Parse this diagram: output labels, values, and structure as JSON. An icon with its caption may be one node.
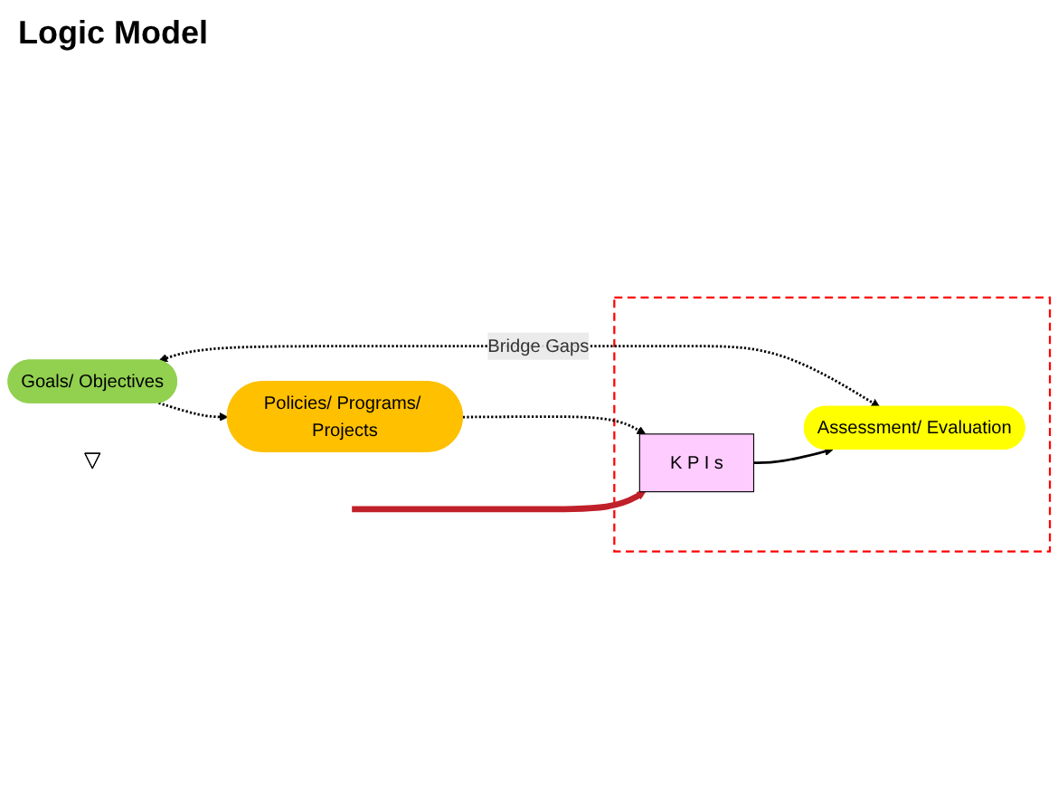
{
  "diagram": {
    "nodes": [
      {
        "text": [
          "Goals/ Objectives"
        ]
      },
      {
        "text": [
          "Policies/ Programs/ Projects"
        ]
      },
      {
        "text": [],
        "shape": "box"
      },
      {
        "text": [
          "K P I s"
        ],
        "in": 2
      },
      {
        "text": [
          "Assessment/ Evaluation"
        ],
        "in": 2
      },
      {
        "text": [],
        "shape": "arrow"
      }
    ],
    "edges": [
      {
        "from": 0,
        "to": 1,
        "arrow": "to",
        "style": "dashed"
      },
      {
        "from": 0,
        "to": 4,
        "arrow": "both",
        "style": "dashed",
        "label": "Bridge Gaps"
      },
      {
        "from": 1,
        "to": 3,
        "arrow": "to",
        "style": "dashed"
      },
      {
        "from": 3,
        "to": 4,
        "arrow": "to"
      },
      {
        "from": null,
        "to": 3,
        "arrow": "to",
        "style": "thick",
        "color": "#c0202a"
      }
    ],
    "labels": [
      "Logic Model"
    ]
  }
}
